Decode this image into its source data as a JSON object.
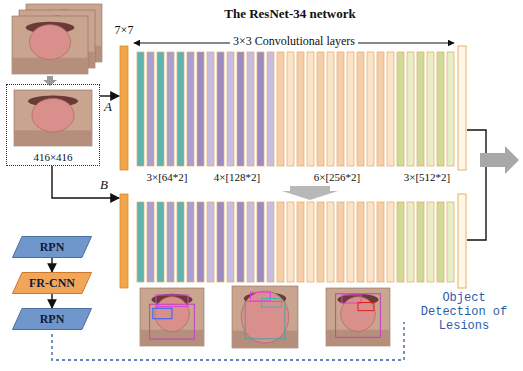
{
  "diagram": {
    "title": "The ResNet-34 network",
    "nodes": [
      {
        "text": [
          "416×416"
        ]
      },
      {
        "text": [
          "RPN"
        ]
      },
      {
        "text": [
          "FR-CNN"
        ]
      },
      {
        "text": [
          "RPN"
        ]
      }
    ],
    "edges": [
      {
        "from": 1,
        "to": 2,
        "arrow": "to"
      },
      {
        "from": 2,
        "to": 3,
        "arrow": "to"
      }
    ],
    "labels": [
      "7×7",
      "3×3 Convolutional layers",
      "3×[64*2]",
      "4×[128*2]",
      "6×[256*2]",
      "3×[512*2]",
      "A",
      "B",
      "Object Detection of Lesions"
    ]
  }
}
